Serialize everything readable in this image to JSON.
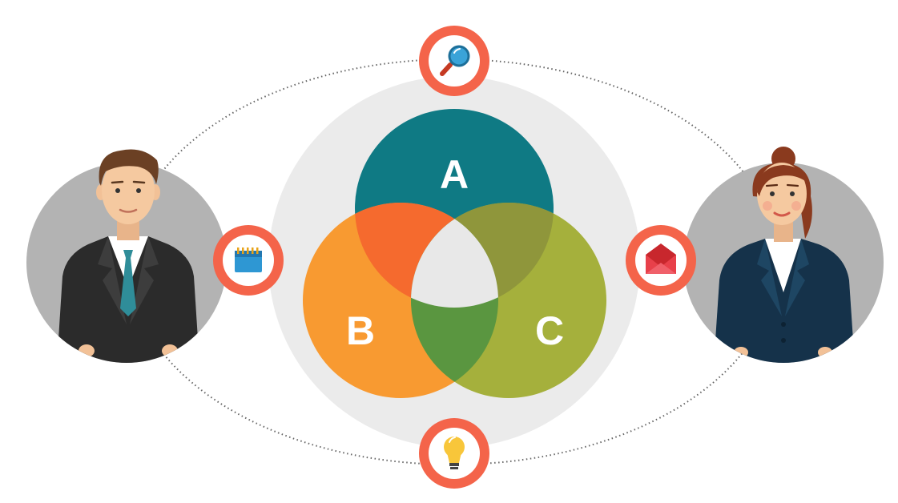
{
  "venn": {
    "label_a": "A",
    "label_b": "B",
    "label_c": "C",
    "colors": {
      "a": "#0f7a84",
      "b": "#f89a31",
      "c": "#a5b03c",
      "ab": "#f56a2e",
      "ac": "#8f963b",
      "bc": "#5a9640",
      "center": "#e8e8e8",
      "backdrop": "#ebebeb"
    }
  },
  "nodes": [
    {
      "icon": "magnifier-icon",
      "position": "top"
    },
    {
      "icon": "calendar-icon",
      "position": "left"
    },
    {
      "icon": "envelope-icon",
      "position": "right"
    },
    {
      "icon": "lightbulb-icon",
      "position": "bottom"
    }
  ],
  "people": [
    {
      "name": "businessman-avatar",
      "side": "left"
    },
    {
      "name": "businesswoman-avatar",
      "side": "right"
    }
  ],
  "accent_color": "#f4644a"
}
